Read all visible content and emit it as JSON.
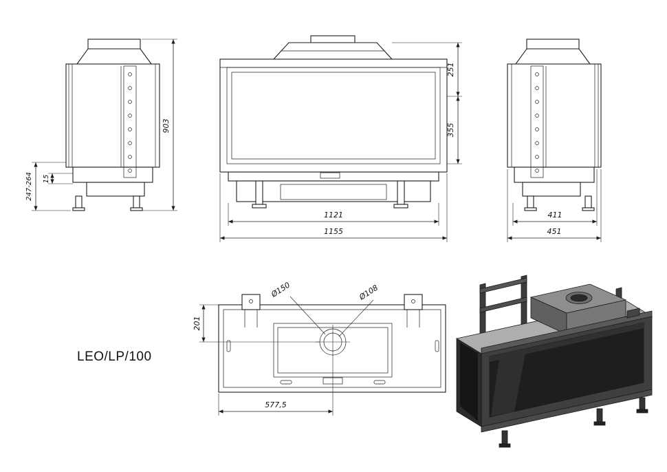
{
  "title": "LEO/LP/100",
  "dimensions": {
    "left_view": {
      "overall_height": "903",
      "base_height_range": "247-264",
      "step": "15"
    },
    "front_view": {
      "top_section_height": "251",
      "glass_height": "355",
      "inner_width": "1121",
      "overall_width": "1155"
    },
    "right_view": {
      "inner_depth": "411",
      "overall_depth": "451"
    },
    "top_view": {
      "flue_center_offset": "201",
      "flue_center_from_left": "577,5",
      "flue_outer_diameter": "Ø150",
      "flue_inner_diameter": "Ø108"
    }
  }
}
